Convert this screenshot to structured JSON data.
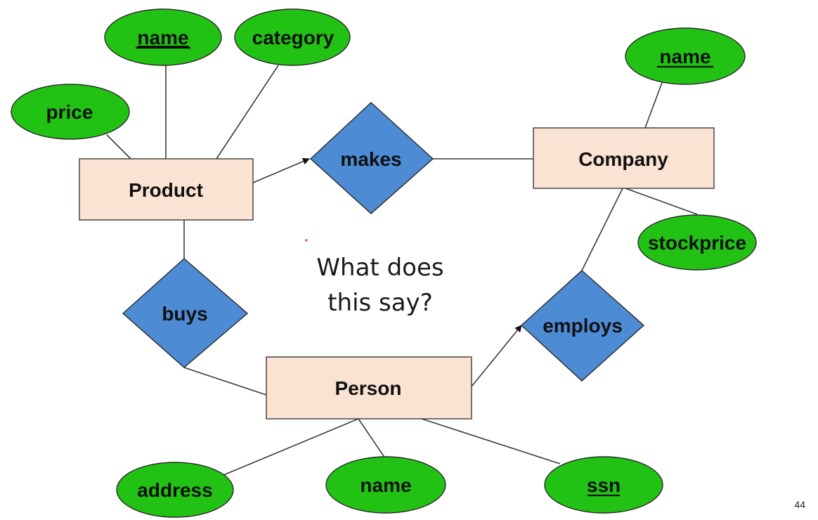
{
  "colors": {
    "entity_fill": "#fbe3d3",
    "attribute_fill": "#22c215",
    "relationship_fill": "#4d8bd4"
  },
  "entities": {
    "product": "Product",
    "company": "Company",
    "person": "Person"
  },
  "relationships": {
    "makes": "makes",
    "buys": "buys",
    "employs": "employs"
  },
  "attributes": {
    "product_name": "name",
    "product_category": "category",
    "product_price": "price",
    "company_name": "name",
    "company_stockprice": "stockprice",
    "person_address": "address",
    "person_name": "name",
    "person_ssn": "ssn"
  },
  "question": {
    "line1": "What does",
    "line2": "this say?"
  },
  "slide_number": "44"
}
